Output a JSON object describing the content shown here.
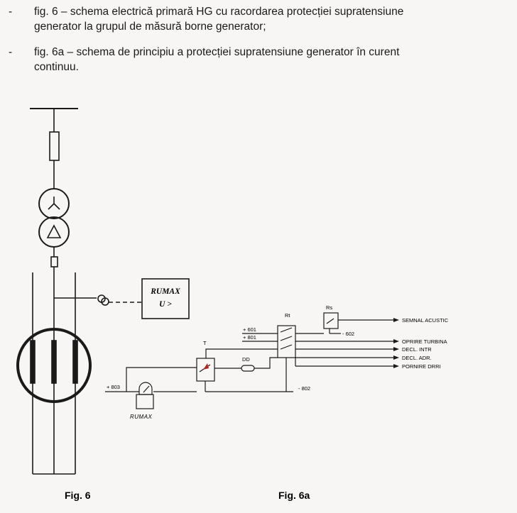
{
  "bullets": [
    {
      "dash": "-",
      "line1": "fig. 6 – schema electrică primară HG cu racordarea protecției supratensiune",
      "line2": "generator la grupul de măsură borne generator;"
    },
    {
      "dash": "-",
      "line1": "fig. 6a – schema de principiu a protecției supratensiune generator în curent",
      "line2": "continuu."
    }
  ],
  "fig6": {
    "caption": "Fig. 6",
    "relay_box": {
      "title": "RUMAX",
      "subtitle": "U >"
    }
  },
  "fig6a": {
    "caption": "Fig. 6a",
    "labels": {
      "Rt": "Rt",
      "Rs": "Rs",
      "T": "T",
      "DD": "DD",
      "rumax": "RUMAX",
      "p601": "+ 601",
      "p801": "+ 801",
      "p602": "- 602",
      "p803": "+ 803",
      "m802": "- 802"
    },
    "outputs": [
      "SEMNAL ACUSTIC",
      "OPRIRE TURBINA",
      "DECL. INTR",
      "DECL. ADR.",
      "PORNIRE DRRI"
    ]
  }
}
